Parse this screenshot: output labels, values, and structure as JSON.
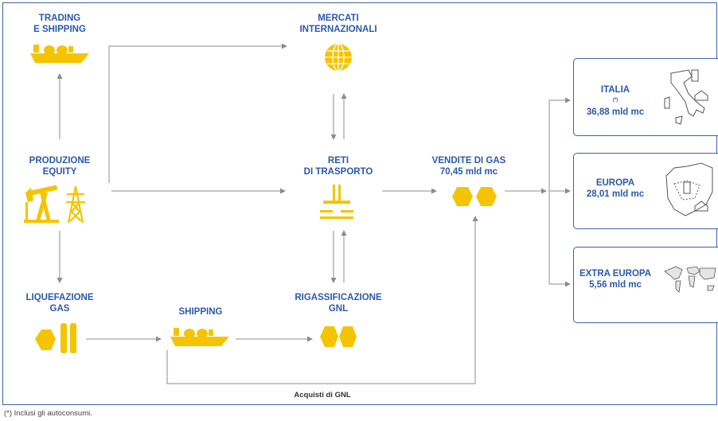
{
  "nodes": {
    "trading": {
      "line1": "TRADING",
      "line2": "E SHIPPING"
    },
    "mercati": {
      "line1": "MERCATI",
      "line2": "INTERNAZIONALI"
    },
    "produzione": {
      "line1": "PRODUZIONE",
      "line2": "EQUITY"
    },
    "reti": {
      "line1": "RETI",
      "line2": "DI TRASPORTO"
    },
    "vendite": {
      "line1": "VENDITE DI GAS",
      "line2": "70,45 mld mc"
    },
    "liquefazione": {
      "line1": "LIQUEFAZIONE",
      "line2": "GAS"
    },
    "shipping": {
      "line1": "SHIPPING"
    },
    "rigassificazione": {
      "line1": "RIGASSIFICAZIONE",
      "line2": "GNL"
    }
  },
  "destinations": [
    {
      "name": "ITALIA",
      "marker": "(*)",
      "value": "36,88 mld mc"
    },
    {
      "name": "EUROPA",
      "marker": "",
      "value": "28,01 mld mc"
    },
    {
      "name": "EXTRA EUROPA",
      "marker": "",
      "value": "5,56 mld mc"
    }
  ],
  "flow_label": "Acquisti di GNL",
  "footnote": "(*) Inclusi gli autoconsumi.",
  "colors": {
    "accent": "#f5c400",
    "label": "#2b59a8",
    "arrow": "#8c8c8c",
    "border": "#3a63a8"
  },
  "icons": [
    "ship-icon",
    "globe-icon",
    "oil-pump-icon",
    "pylon-icon",
    "pipeline-icon",
    "gas-tank-icon",
    "lng-tank-icon",
    "italy-map-icon",
    "europe-map-icon",
    "world-map-icon"
  ]
}
